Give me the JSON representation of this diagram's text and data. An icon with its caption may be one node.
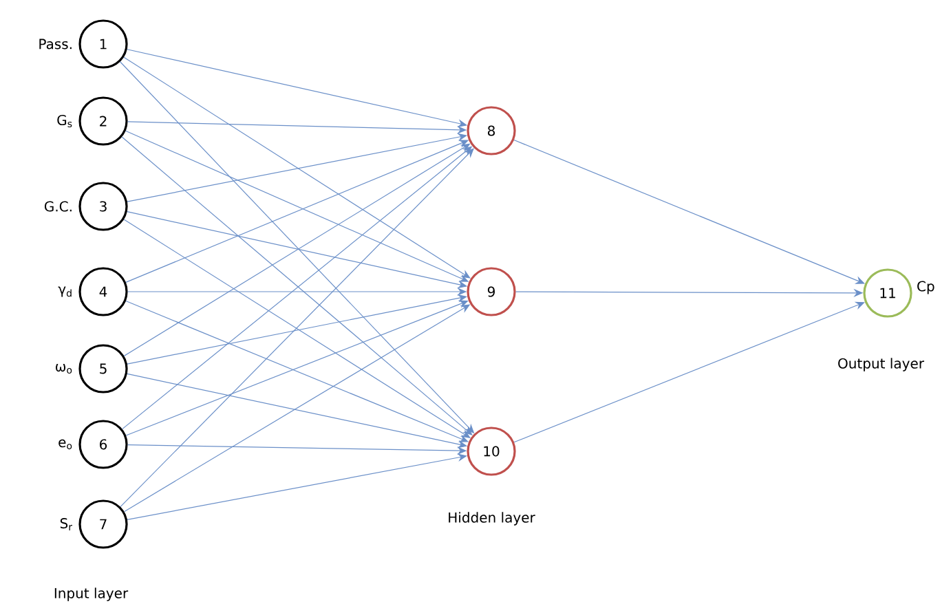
{
  "diagram": {
    "nodes": [
      {
        "text": [
          "1"
        ],
        "beside": [
          "Pass."
        ]
      },
      {
        "text": [
          "2"
        ],
        "beside": [
          "G$_{s}$"
        ]
      },
      {
        "text": [
          "3"
        ],
        "beside": [
          "G.C."
        ]
      },
      {
        "text": [
          "4"
        ],
        "beside": [
          "γ$_{d}$"
        ]
      },
      {
        "text": [
          "5"
        ],
        "beside": [
          "ω$_{o}$"
        ]
      },
      {
        "text": [
          "6"
        ],
        "beside": [
          "e$_{o}$"
        ]
      },
      {
        "text": [
          "7"
        ],
        "beside": [
          "S$_{r}$"
        ]
      },
      {
        "text": [
          "8"
        ]
      },
      {
        "text": [
          "9"
        ]
      },
      {
        "text": [
          "10"
        ]
      },
      {
        "text": [
          "11"
        ],
        "beside": [
          "Cp"
        ]
      }
    ],
    "edges": [
      {
        "from": 0,
        "to": 7,
        "arrow": "to"
      },
      {
        "from": 0,
        "to": 8,
        "arrow": "to"
      },
      {
        "from": 0,
        "to": 9,
        "arrow": "to"
      },
      {
        "from": 1,
        "to": 7,
        "arrow": "to"
      },
      {
        "from": 1,
        "to": 8,
        "arrow": "to"
      },
      {
        "from": 1,
        "to": 9,
        "arrow": "to"
      },
      {
        "from": 2,
        "to": 7,
        "arrow": "to"
      },
      {
        "from": 2,
        "to": 8,
        "arrow": "to"
      },
      {
        "from": 2,
        "to": 9,
        "arrow": "to"
      },
      {
        "from": 3,
        "to": 7,
        "arrow": "to"
      },
      {
        "from": 3,
        "to": 8,
        "arrow": "to"
      },
      {
        "from": 3,
        "to": 9,
        "arrow": "to"
      },
      {
        "from": 4,
        "to": 7,
        "arrow": "to"
      },
      {
        "from": 4,
        "to": 8,
        "arrow": "to"
      },
      {
        "from": 4,
        "to": 9,
        "arrow": "to"
      },
      {
        "from": 5,
        "to": 7,
        "arrow": "to"
      },
      {
        "from": 5,
        "to": 8,
        "arrow": "to"
      },
      {
        "from": 5,
        "to": 9,
        "arrow": "to"
      },
      {
        "from": 6,
        "to": 7,
        "arrow": "to"
      },
      {
        "from": 6,
        "to": 8,
        "arrow": "to"
      },
      {
        "from": 6,
        "to": 9,
        "arrow": "to"
      },
      {
        "from": 7,
        "to": 10,
        "arrow": "to"
      },
      {
        "from": 8,
        "to": 10,
        "arrow": "to"
      },
      {
        "from": 9,
        "to": 10,
        "arrow": "to"
      }
    ],
    "labels": [
      "Hidden layer",
      "Output layer",
      "Input layer"
    ]
  }
}
